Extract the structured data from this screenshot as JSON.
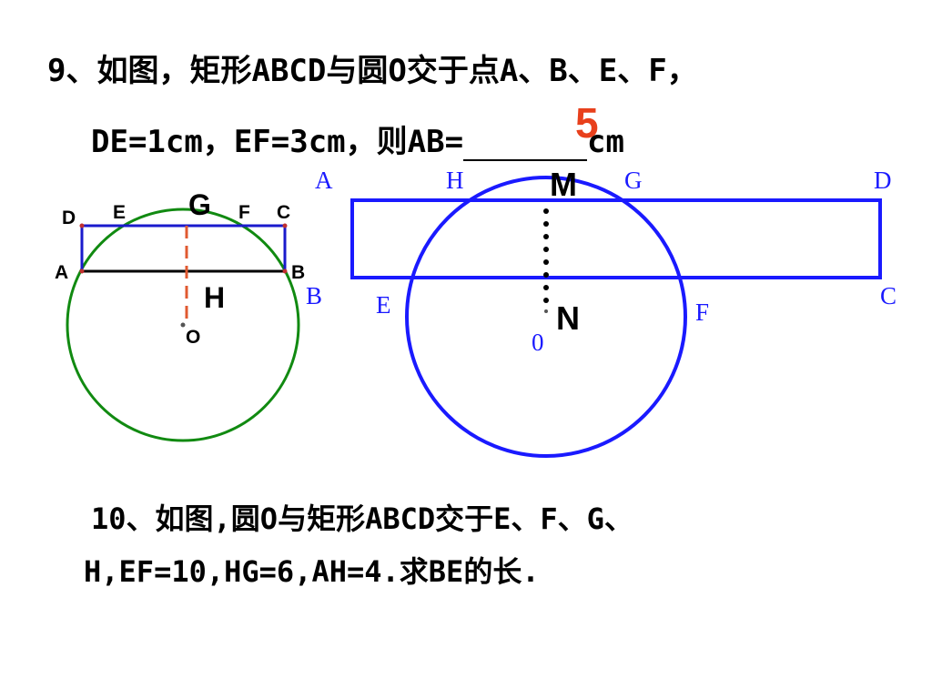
{
  "problem9": {
    "line1": "9、如图，矩形ABCD与圆O交于点A、B、E、F，",
    "line2_before": "DE=1cm，EF=3cm，则AB=",
    "line2_after": "cm",
    "answer": "5"
  },
  "problem10": {
    "line1": "10、如图,圆O与矩形ABCD交于E、F、G、",
    "line2": "H,EF=10,HG=6,AH=4.求BE的长."
  },
  "figure_left": {
    "labels": {
      "D": "D",
      "E": "E",
      "G": "G",
      "F": "F",
      "C": "C",
      "A": "A",
      "B": "B",
      "H": "H",
      "O": "O"
    },
    "colors": {
      "circle": "#118a11",
      "rect": "#1a1acc",
      "dashed": "#e05a30"
    }
  },
  "figure_right": {
    "labels": {
      "A": "A",
      "H": "H",
      "M": "M",
      "G": "G",
      "D": "D",
      "B": "B",
      "E": "E",
      "N": "N",
      "F": "F",
      "C": "C",
      "O": "0"
    },
    "colors": {
      "circle": "#1a1aff",
      "rect": "#1a1aff"
    }
  }
}
